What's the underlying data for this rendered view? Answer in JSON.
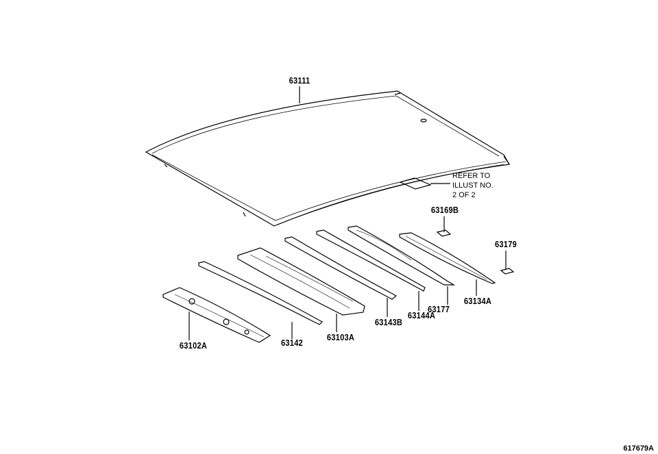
{
  "parts": {
    "roof_panel": "63111",
    "roof_note": [
      "REFER TO",
      "ILLUST NO.",
      "2 OF 2"
    ],
    "pad_center": "63169B",
    "pad_rear": "63179",
    "rear_header": "63134A",
    "bow_rear": "63177",
    "bow_144": "63144A",
    "bow_143": "63143B",
    "front_header_reinf": "63103A",
    "bow_front": "63142",
    "front_header": "63102A"
  },
  "illustration_code": "617679A"
}
